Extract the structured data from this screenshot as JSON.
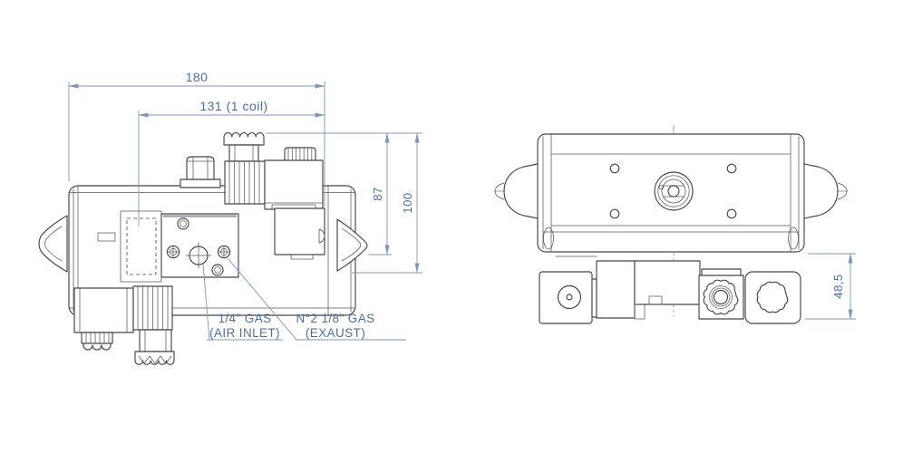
{
  "drawing": {
    "type": "technical-drawing",
    "subject": "pneumatic actuator with solenoid pilot valve, side and end views",
    "colors": {
      "part_line": "#46464a",
      "dimension_line": "#8195b5",
      "dimension_text": "#4e6f9e",
      "centerline": "#8fa3c8",
      "background": "#ffffff"
    },
    "views": {
      "side": {
        "dims": {
          "overall_length": "180",
          "coil_length": "131 (1 coil)",
          "height_to_axis": "87",
          "overall_height": "100"
        },
        "callouts": {
          "air_inlet_line1": "1/4\" GAS",
          "air_inlet_line2": "(AIR INLET)",
          "exhaust_line1": "N°2 1/8\" GAS",
          "exhaust_line2": "(EXAUST)"
        }
      },
      "top": {
        "dims": {
          "solenoid_height": "48,5"
        }
      }
    }
  }
}
